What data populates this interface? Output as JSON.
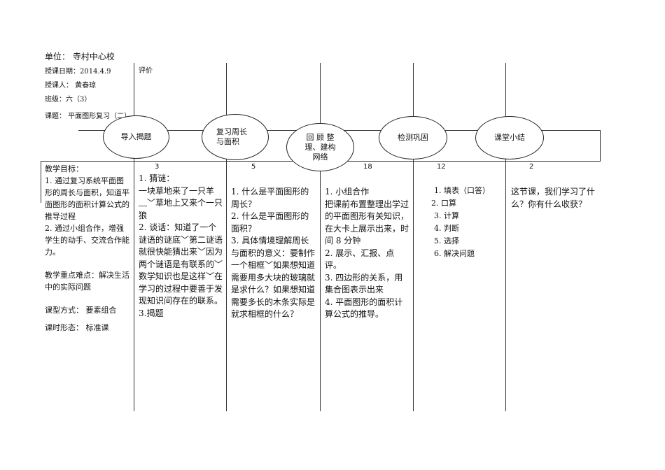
{
  "header": {
    "unit": "单位：  寺村中心校",
    "date": "授课日期：2014.4.9",
    "evaluation": "评价",
    "teacher": "授课人：      黄春琼",
    "grade": "班级：六（3）",
    "topic": "课题：  平面图形复习（二）"
  },
  "stages": [
    {
      "label": "导入揭题",
      "minutes": "3"
    },
    {
      "label": "复习周长\n与面积",
      "minutes": "5"
    },
    {
      "label": "回  顾  整\n理、建构\n网络",
      "minutes": "18"
    },
    {
      "label": "检测巩固",
      "minutes": "12"
    },
    {
      "label": "课堂小结",
      "minutes": "2"
    }
  ],
  "left": {
    "goal_title": "教学目标：",
    "goal_1": "1. 通过复习系统平面图形的周长与面积，知道平面图形的面积计算公式的推导过程",
    "goal_2": "2. 通过小组合作，增强学生的动手、交流合作能力。",
    "key_points": "教学重点难点：解决生活中的实际问题",
    "lesson_type": "课型方式：  要素组合",
    "lesson_form": "课时形态：  标准课"
  },
  "col1": {
    "riddle_title": "1.   猜谜：",
    "riddle_text": "一块草地来了一只羊﹏﹀草地上又来个一只狼",
    "talk": "2. 谈话：知道了一个谜语的谜底﹀第二谜语就很快能猜出来﹀因为两个谜语是有联系的﹀数学知识也是这样﹀在学习的过程中要善于发现知识间存在的联系。",
    "reveal": "3.揭题"
  },
  "col2": {
    "q1": "1.   什么是平面图形的周长？",
    "q2": "2.   什么是平面图形的面积？",
    "q3": "3.   具体情境理解周长与面积的意义：要制作一个相框﹀如果想知道需要用多大块的玻璃就是求什么？如果想知道需要多长的木条实际是就求相框的什么？"
  },
  "col3": {
    "i1": "1.   小组合作",
    "i1b": "把课前布置整理出学过的平面图形有关知识，在大卡上展示出来，时间 8 分钟",
    "i2": "2. 展示、汇报、点评。",
    "i3": "3. 四边形的关系，用集合图表示出来",
    "i4": "4. 平面图形的面积计算公式的推导。"
  },
  "col4": {
    "items": [
      "1. 填表（口答）",
      "2. 口算",
      "3. 计算",
      "4. 判断",
      "5. 选择",
      "6. 解决问题"
    ]
  },
  "col5": {
    "summary": "这节课，我们学习了什么？你有什么收获？"
  }
}
